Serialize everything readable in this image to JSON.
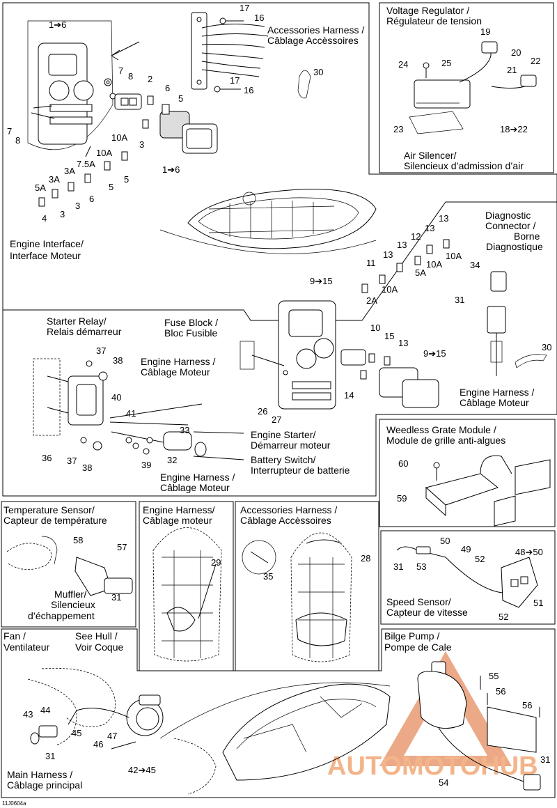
{
  "diagram_code": "11J0604a",
  "watermark": {
    "text": "AUTOMOTOHUB",
    "color": "#f3b48a",
    "logo_color": "#e9a07a"
  },
  "labels": {
    "engine_interface": [
      "Engine Interface/",
      "Interface Moteur"
    ],
    "accessories_harness_top": [
      "Accessories Harness /",
      "Câblage Accèssoires"
    ],
    "voltage_regulator": [
      "Voltage Regulator /",
      "Régulateur de tension"
    ],
    "air_silencer": [
      "Air Silencer/",
      "Silencieux d’admission d’air"
    ],
    "diagnostic_connector": [
      "Diagnostic",
      "Connector /",
      "Borne",
      "Diagnostique"
    ],
    "engine_harness_right": [
      "Engine Harness /",
      "Câblage Moteur"
    ],
    "starter_relay": [
      "Starter Relay/",
      "Relais démarreur"
    ],
    "fuse_block": [
      "Fuse Block /",
      "Bloc Fusible"
    ],
    "engine_harness_relay": [
      "Engine Harness /",
      "Câblage Moteur"
    ],
    "engine_starter": [
      "Engine Starter/",
      "Démarreur moteur"
    ],
    "battery_switch": [
      "Battery Switch/",
      "Interrupteur de batterie"
    ],
    "engine_harness_bottom": [
      "Engine Harness /",
      "Câblage Moteur"
    ],
    "weedless_grate": [
      "Weedless Grate Module /",
      "Module de grille anti-algues"
    ],
    "temperature_sensor": [
      "Temperature Sensor/",
      "Capteur de température"
    ],
    "muffler": [
      "Muffler/",
      "Silencieux",
      "d’échappement"
    ],
    "engine_harness_panel": [
      "Engine Harness/",
      "Câblage moteur"
    ],
    "accessories_harness_panel": [
      "Accessories Harness /",
      "Câblage Accèssoires"
    ],
    "speed_sensor": [
      "Speed Sensor/",
      "Capteur de vitesse"
    ],
    "fan": [
      "Fan /",
      "Ventilateur"
    ],
    "see_hull": [
      "See Hull /",
      "Voir Coque"
    ],
    "bilge_pump": [
      "Bilge Pump /",
      "Pompe de Cale"
    ],
    "main_harness": [
      "Main Harness /",
      "Câblage principal"
    ]
  },
  "callouts": {
    "c_1to6_top": "1➔6",
    "c_17a": "17",
    "c_16a": "16",
    "c_17b": "17",
    "c_16b": "16",
    "c_30a": "30",
    "c_7a": "7",
    "c_8a": "8",
    "c_2": "2",
    "c_6a": "6",
    "c_5a": "5",
    "c_7b": "7",
    "c_8b": "8",
    "c_3a": "3",
    "c_1to6_bot": "1➔6",
    "c_10A_a": "10A",
    "c_10A_b": "10A",
    "c_7_5A": "7.5A",
    "c_3A_a": "3A",
    "c_3A_b": "3A",
    "c_5A_a": "5A",
    "c_5b": "5",
    "c_5c": "5",
    "c_6b": "6",
    "c_3b": "3",
    "c_3c": "3",
    "c_4": "4",
    "c_19": "19",
    "c_20": "20",
    "c_22": "22",
    "c_21": "21",
    "c_24": "24",
    "c_25": "25",
    "c_23": "23",
    "c_18to22": "18➔22",
    "c_13a": "13",
    "c_13b": "13",
    "c_12": "12",
    "c_13c": "13",
    "c_13d": "13",
    "c_11": "11",
    "c_10A_c": "10A",
    "c_5A_b": "5A",
    "c_10A_d": "10A",
    "c_10A_e": "10A",
    "c_2A": "2A",
    "c_34": "34",
    "c_31a": "31",
    "c_30b": "30",
    "c_9to15a": "9➔15",
    "c_9to15b": "9➔15",
    "c_10": "10",
    "c_15": "15",
    "c_13e": "13",
    "c_14": "14",
    "c_26": "26",
    "c_27": "27",
    "c_37a": "37",
    "c_38a": "38",
    "c_40": "40",
    "c_41": "41",
    "c_33": "33",
    "c_36": "36",
    "c_37b": "37",
    "c_38b": "38",
    "c_39": "39",
    "c_32": "32",
    "c_60": "60",
    "c_59": "59",
    "c_58": "58",
    "c_57": "57",
    "c_31b": "31",
    "c_29": "29",
    "c_28": "28",
    "c_35": "35",
    "c_50": "50",
    "c_49": "49",
    "c_31c": "31",
    "c_53": "53",
    "c_52a": "52",
    "c_48to50": "48➔50",
    "c_51": "51",
    "c_52b": "52",
    "c_43": "43",
    "c_44": "44",
    "c_45": "45",
    "c_46": "46",
    "c_47": "47",
    "c_31d": "31",
    "c_42to45": "42➔45",
    "c_55": "55",
    "c_56a": "56",
    "c_56b": "56",
    "c_54": "54",
    "c_31e": "31"
  }
}
